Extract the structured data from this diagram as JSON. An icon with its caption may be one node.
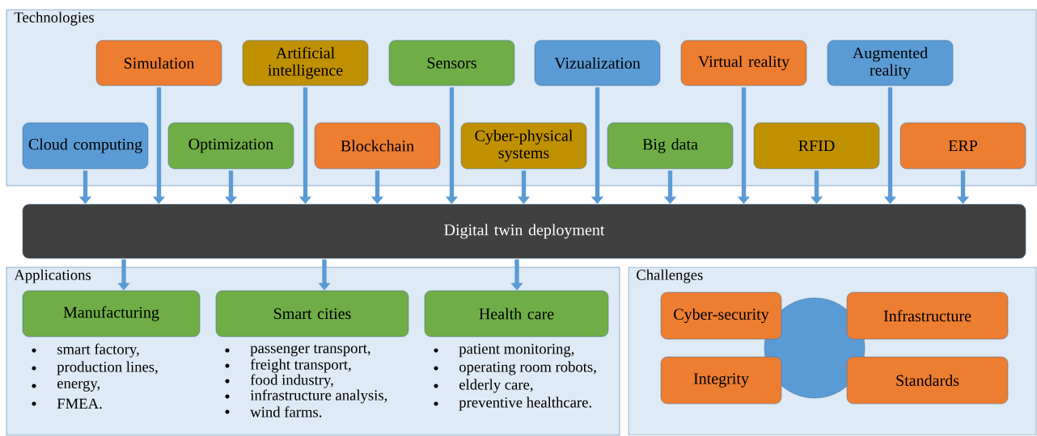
{
  "diagram": {
    "nodes": [
      {
        "text": [
          "Technologies"
        ]
      },
      {
        "text": [
          "Simulation"
        ],
        "in": 0
      },
      {
        "text": [
          "Artificial intelligence"
        ],
        "in": 0
      },
      {
        "text": [
          "Sensors"
        ],
        "in": 0
      },
      {
        "text": [
          "Vizualization"
        ],
        "in": 0
      },
      {
        "text": [
          "Virtual reality"
        ],
        "in": 0
      },
      {
        "text": [
          "Augmented reality"
        ],
        "in": 0
      },
      {
        "text": [
          "Cloud computing"
        ],
        "in": 0
      },
      {
        "text": [
          "Optimization"
        ],
        "in": 0
      },
      {
        "text": [
          "Blockchain"
        ],
        "in": 0
      },
      {
        "text": [
          "Cyber-physical systems"
        ],
        "in": 0
      },
      {
        "text": [
          "Big data"
        ],
        "in": 0
      },
      {
        "text": [
          "RFID"
        ],
        "in": 0
      },
      {
        "text": [
          "ERP"
        ],
        "in": 0
      },
      {
        "text": [
          "Digital twin deployment"
        ]
      },
      {
        "text": [
          "Applications"
        ]
      },
      {
        "text": [
          "Manufacturing"
        ],
        "in": 15,
        "beside": [
          "smart factory,",
          "production lines,",
          "energy,",
          "FMEA."
        ]
      },
      {
        "text": [
          "Smart cities"
        ],
        "in": 15,
        "beside": [
          "passenger transport,",
          "freight transport,",
          "food industry,",
          "infrastructure analysis,",
          "wind farms."
        ]
      },
      {
        "text": [
          "Health care"
        ],
        "in": 15,
        "beside": [
          "patient monitoring,",
          "operating room robots,",
          "elderly care,",
          "preventive healthcare."
        ]
      },
      {
        "text": [
          "Challenges"
        ]
      },
      {
        "text": [],
        "shape": "circle",
        "in": 19
      },
      {
        "text": [
          "Cyber-security"
        ],
        "in": 19
      },
      {
        "text": [
          "Infrastructure"
        ],
        "in": 19
      },
      {
        "text": [
          "Integrity"
        ],
        "in": 19
      },
      {
        "text": [
          "Standards"
        ],
        "in": 19
      }
    ],
    "edges": [
      {
        "from": 1,
        "to": 14,
        "arrow": "to"
      },
      {
        "from": 2,
        "to": 14,
        "arrow": "to"
      },
      {
        "from": 3,
        "to": 14,
        "arrow": "to"
      },
      {
        "from": 4,
        "to": 14,
        "arrow": "to"
      },
      {
        "from": 5,
        "to": 14,
        "arrow": "to"
      },
      {
        "from": 6,
        "to": 14,
        "arrow": "to"
      },
      {
        "from": 7,
        "to": 14,
        "arrow": "to"
      },
      {
        "from": 8,
        "to": 14,
        "arrow": "to"
      },
      {
        "from": 9,
        "to": 14,
        "arrow": "to"
      },
      {
        "from": 10,
        "to": 14,
        "arrow": "to"
      },
      {
        "from": 11,
        "to": 14,
        "arrow": "to"
      },
      {
        "from": 12,
        "to": 14,
        "arrow": "to"
      },
      {
        "from": 13,
        "to": 14,
        "arrow": "to"
      },
      {
        "from": 14,
        "to": 16,
        "arrow": "to"
      },
      {
        "from": 14,
        "to": 17,
        "arrow": "to"
      },
      {
        "from": 14,
        "to": 18,
        "arrow": "to"
      }
    ]
  }
}
